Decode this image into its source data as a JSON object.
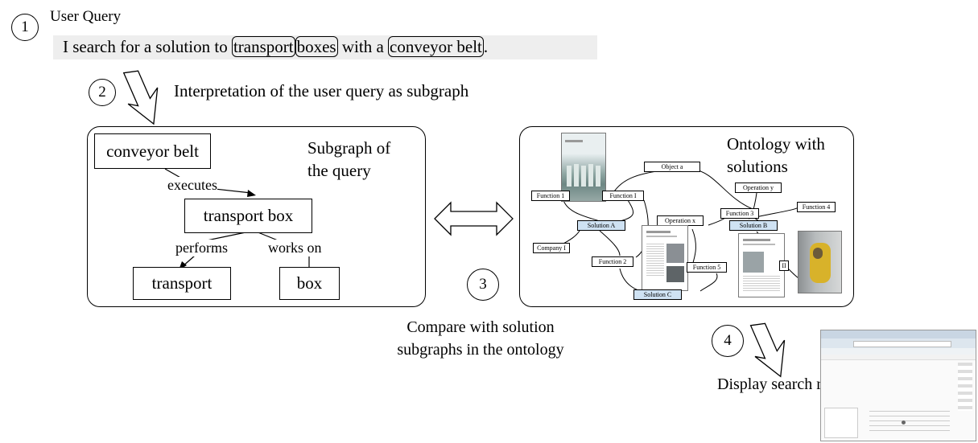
{
  "steps": [
    "1",
    "2",
    "3",
    "4"
  ],
  "query": {
    "title": "User Query",
    "text_1": "I search for a solution to ",
    "kw_1": "transport",
    "kw_2": "boxes",
    "text_2": " with a ",
    "kw_3": "conveyor belt",
    "text_3": "."
  },
  "step2_label": "Interpretation of the user query as subgraph",
  "subgraph": {
    "title_line1": "Subgraph of",
    "title_line2": "the query",
    "nodes": [
      "conveyor belt",
      "transport box",
      "transport",
      "box"
    ],
    "edges": [
      "executes",
      "performs",
      "works on"
    ]
  },
  "ontology": {
    "title_line1": "Ontology with",
    "title_line2": "solutions",
    "nodes": [
      "Object a",
      "Function 1",
      "Function I",
      "Operation y",
      "Function 3",
      "Function 4",
      "Operation x",
      "Solution A",
      "Solution B",
      "Company I",
      "Function 2",
      "Function 5",
      "II",
      "Solution C"
    ]
  },
  "step3_label_line1": "Compare with solution",
  "step3_label_line2": "subgraphs in the ontology",
  "step4_label": "Display search results",
  "colors": {
    "solution_fill": "#cfe2f3",
    "query_bar": "#eeeeee"
  },
  "icons": [
    "down-arrow-icon",
    "double-arrow-icon",
    "document-thumbnail-icon",
    "screenshot-thumbnail-icon"
  ]
}
